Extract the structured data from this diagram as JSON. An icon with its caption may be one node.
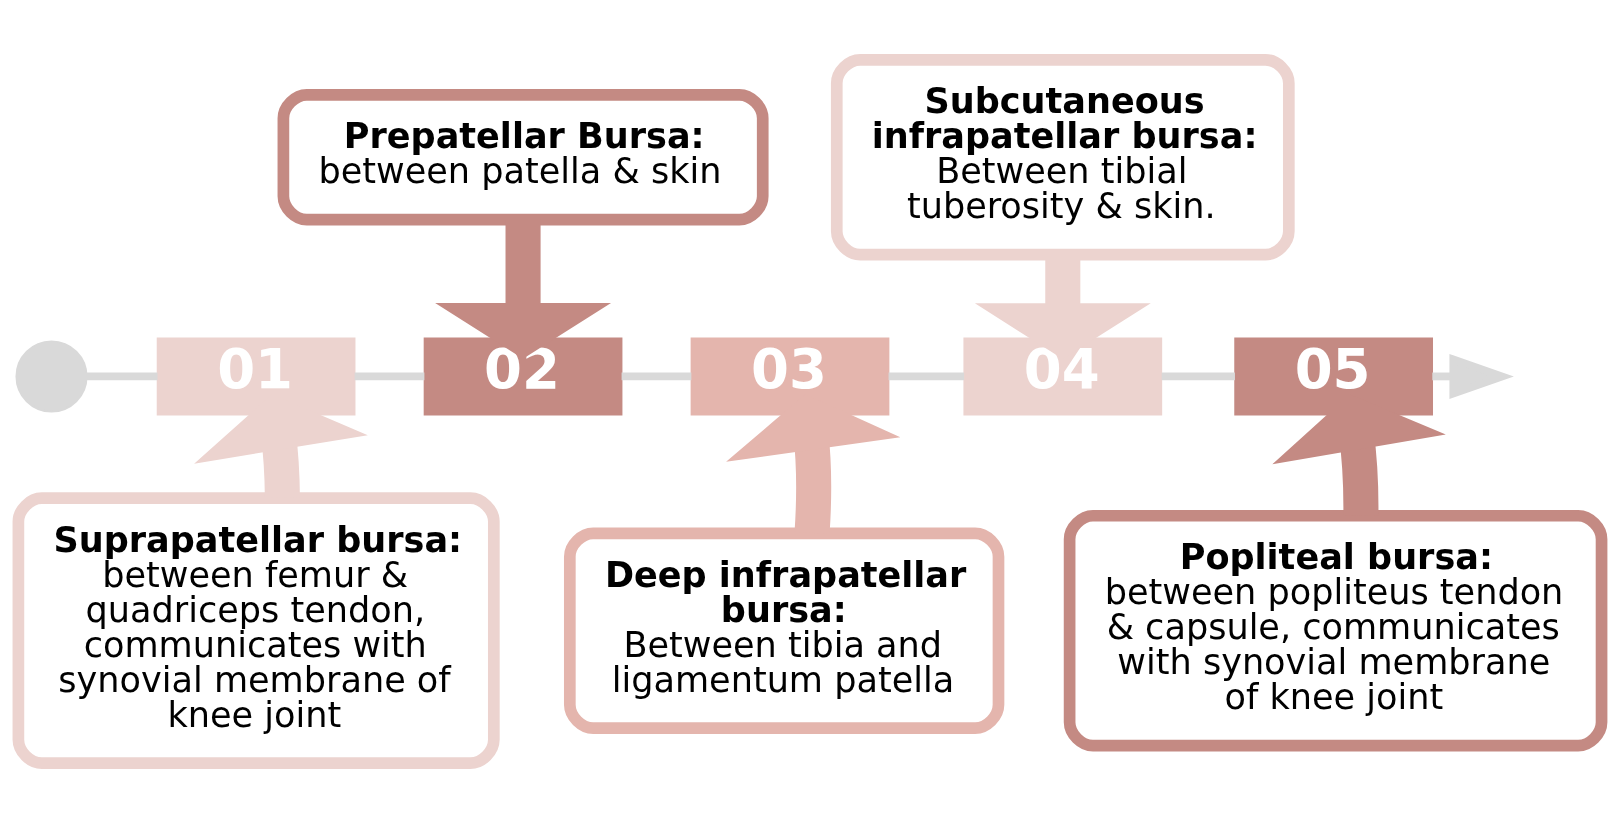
{
  "diagram": {
    "nodes": [
      {
        "text": [],
        "shape": "circle"
      },
      {
        "text": [
          "01"
        ]
      },
      {
        "text": [
          "02"
        ]
      },
      {
        "text": [
          "03"
        ]
      },
      {
        "text": [
          "04"
        ]
      },
      {
        "text": [
          "05"
        ]
      },
      {
        "text": [
          "Prepatellar Bursa:",
          "between patella & skin"
        ]
      },
      {
        "text": [
          "Subcutaneous infrapatellar bursa:",
          "Between tibial tuberosity & skin."
        ]
      },
      {
        "text": [
          "Suprapatellar bursa:",
          "between femur & quadriceps tendon, communicates with synovial membrane of knee joint"
        ]
      },
      {
        "text": [
          "Deep infrapatellar bursa:",
          "Between tibia and ligamentum patella"
        ]
      },
      {
        "text": [
          "Popliteal bursa:",
          "between popliteus tendon & capsule, communicates with synovial membrane of knee joint"
        ]
      }
    ],
    "edges": [
      {
        "from": 0,
        "to": 1,
        "arrow": "none"
      },
      {
        "from": 1,
        "to": 2,
        "arrow": "none"
      },
      {
        "from": 2,
        "to": 3,
        "arrow": "none"
      },
      {
        "from": 3,
        "to": 4,
        "arrow": "none"
      },
      {
        "from": 4,
        "to": 5,
        "arrow": "none"
      },
      {
        "from": 5,
        "to": null,
        "arrow": "to"
      },
      {
        "from": 6,
        "to": 2,
        "arrow": "to",
        "style": "thick",
        "color": "#c48a83"
      },
      {
        "from": 7,
        "to": 4,
        "arrow": "to",
        "style": "thick",
        "color": "#ecd3cf"
      },
      {
        "from": 8,
        "to": 1,
        "arrow": "to",
        "style": "thick",
        "color": "#ecd3cf"
      },
      {
        "from": 9,
        "to": 3,
        "arrow": "to",
        "style": "thick",
        "color": "#e4b5ad"
      },
      {
        "from": 10,
        "to": 5,
        "arrow": "to",
        "style": "thick",
        "color": "#c48a83"
      }
    ]
  }
}
